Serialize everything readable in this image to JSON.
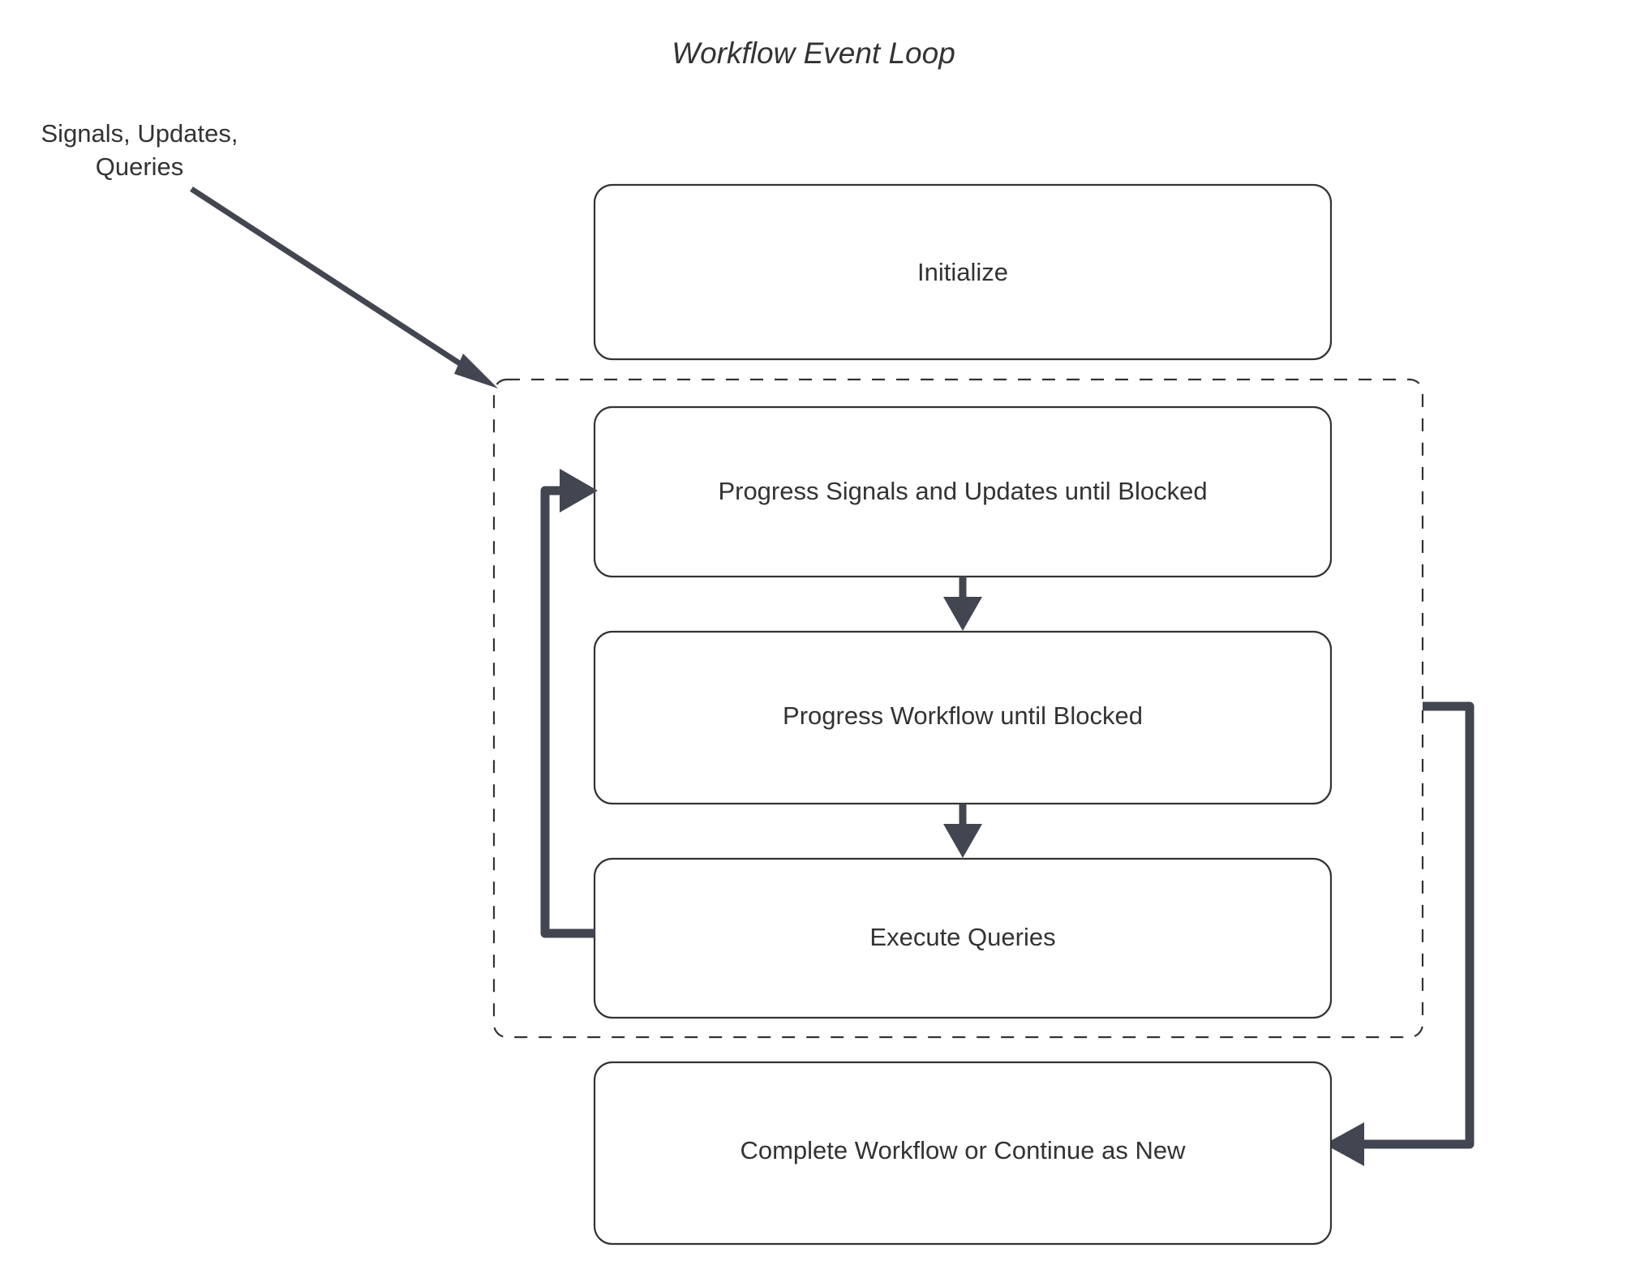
{
  "diagram": {
    "title": "Workflow Event Loop",
    "external_label": {
      "line1": "Signals, Updates,",
      "line2": "Queries"
    },
    "nodes": [
      {
        "id": "initialize",
        "label": "Initialize"
      },
      {
        "id": "progress-signals",
        "label": "Progress Signals and Updates until Blocked"
      },
      {
        "id": "progress-workflow",
        "label": "Progress Workflow until Blocked"
      },
      {
        "id": "execute-queries",
        "label": "Execute Queries"
      },
      {
        "id": "complete-workflow",
        "label": "Complete Workflow or Continue as New"
      }
    ],
    "colors": {
      "background": "#ffffff",
      "node_fill": "#ffffff",
      "node_stroke": "#333333",
      "text": "#333333",
      "connector": "#414650",
      "group_stroke": "#333333"
    }
  }
}
